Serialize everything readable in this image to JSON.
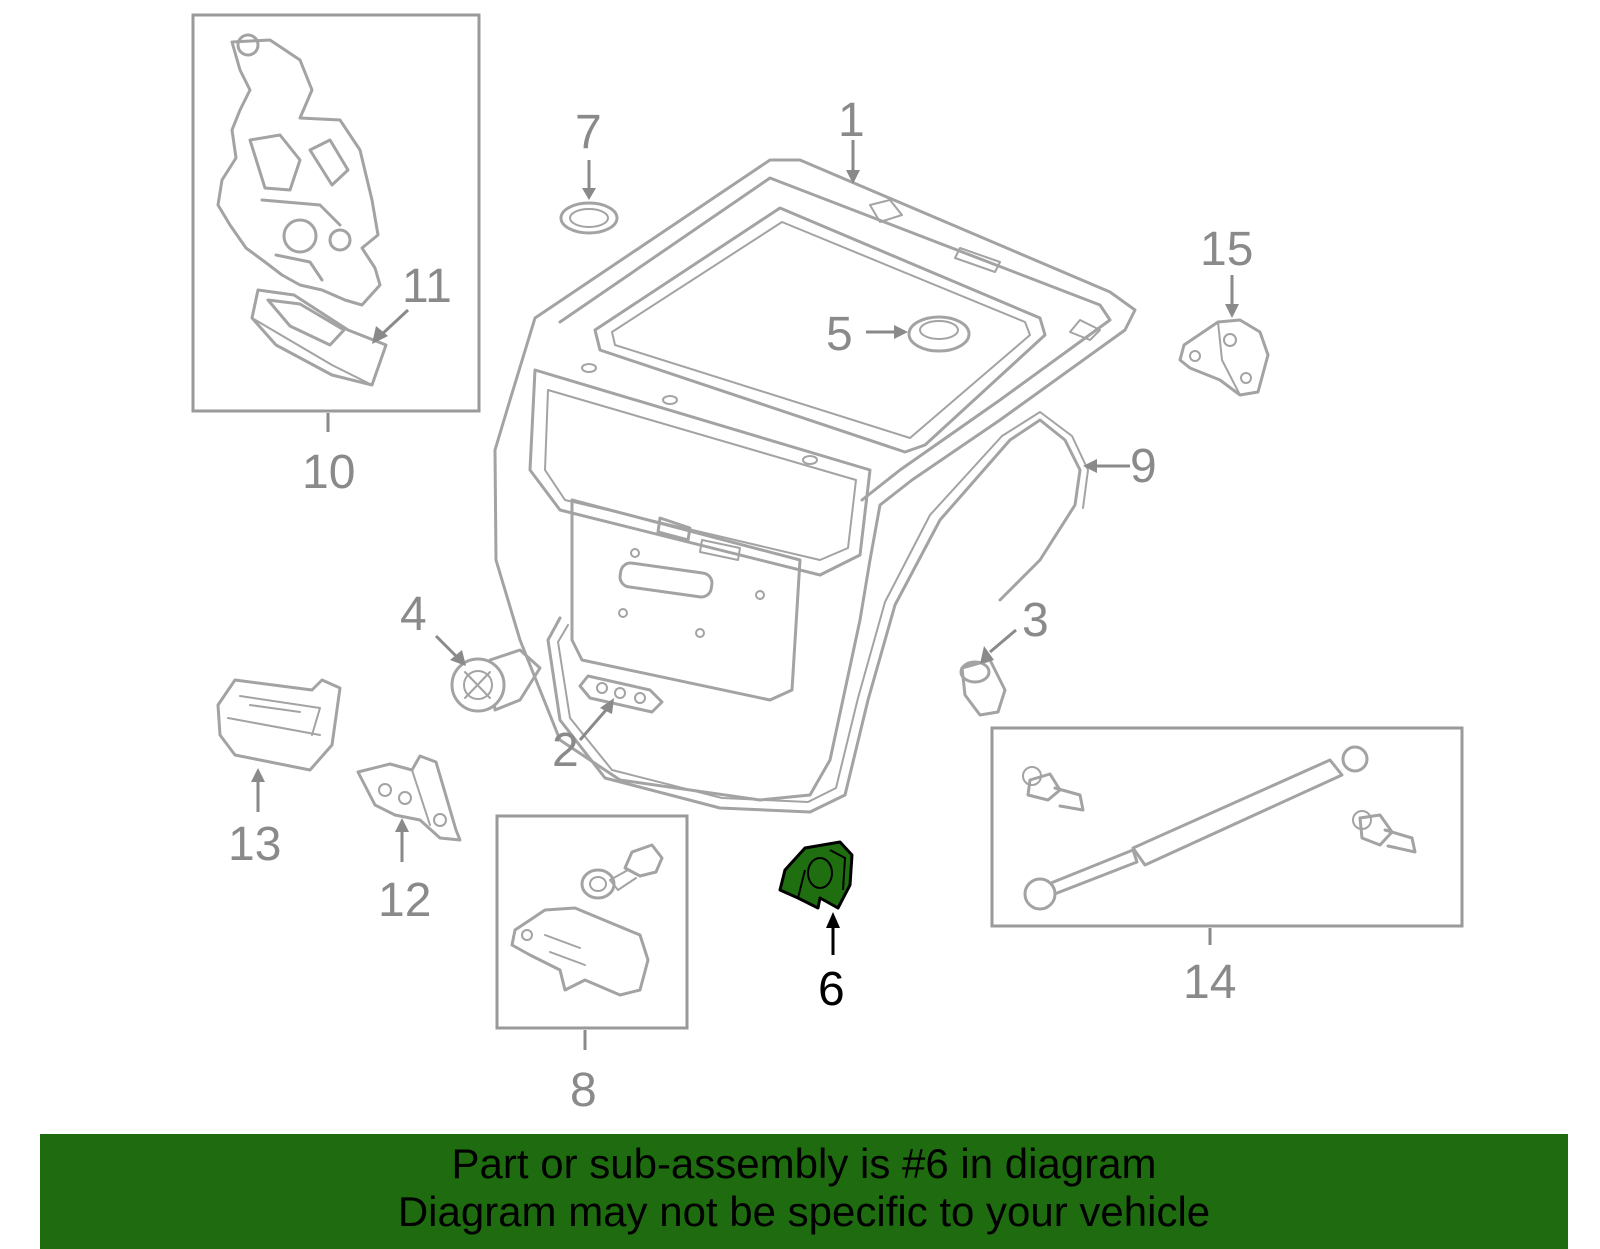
{
  "callouts": {
    "c1": "1",
    "c2": "2",
    "c3": "3",
    "c4": "4",
    "c5": "5",
    "c6": "6",
    "c7": "7",
    "c8": "8",
    "c9": "9",
    "c10": "10",
    "c11": "11",
    "c12": "12",
    "c13": "13",
    "c14": "14",
    "c15": "15"
  },
  "highlighted_part": "6",
  "colors": {
    "highlight": "#1f6e10",
    "banner": "#1e6b10",
    "line": "#a3a3a3"
  },
  "banner": {
    "line1": "Part or sub-assembly is #6 in diagram",
    "line2": "Diagram may not be specific to your vehicle"
  }
}
